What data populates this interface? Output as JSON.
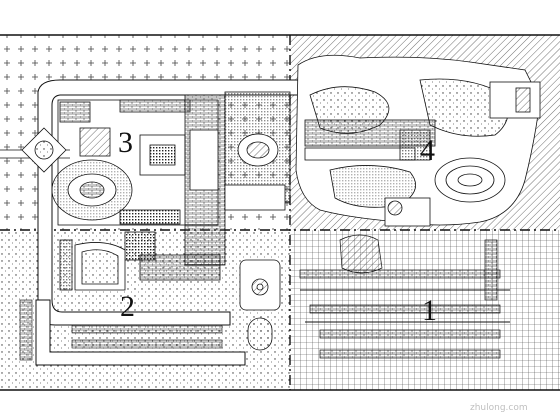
{
  "diagram": {
    "zones": [
      {
        "id": "zone-1",
        "label": "1"
      },
      {
        "id": "zone-2",
        "label": "2"
      },
      {
        "id": "zone-3",
        "label": "3"
      },
      {
        "id": "zone-4",
        "label": "4"
      }
    ],
    "watermark": "zhulong.com",
    "line_color": "#1a1a1a",
    "background": "#ffffff"
  }
}
